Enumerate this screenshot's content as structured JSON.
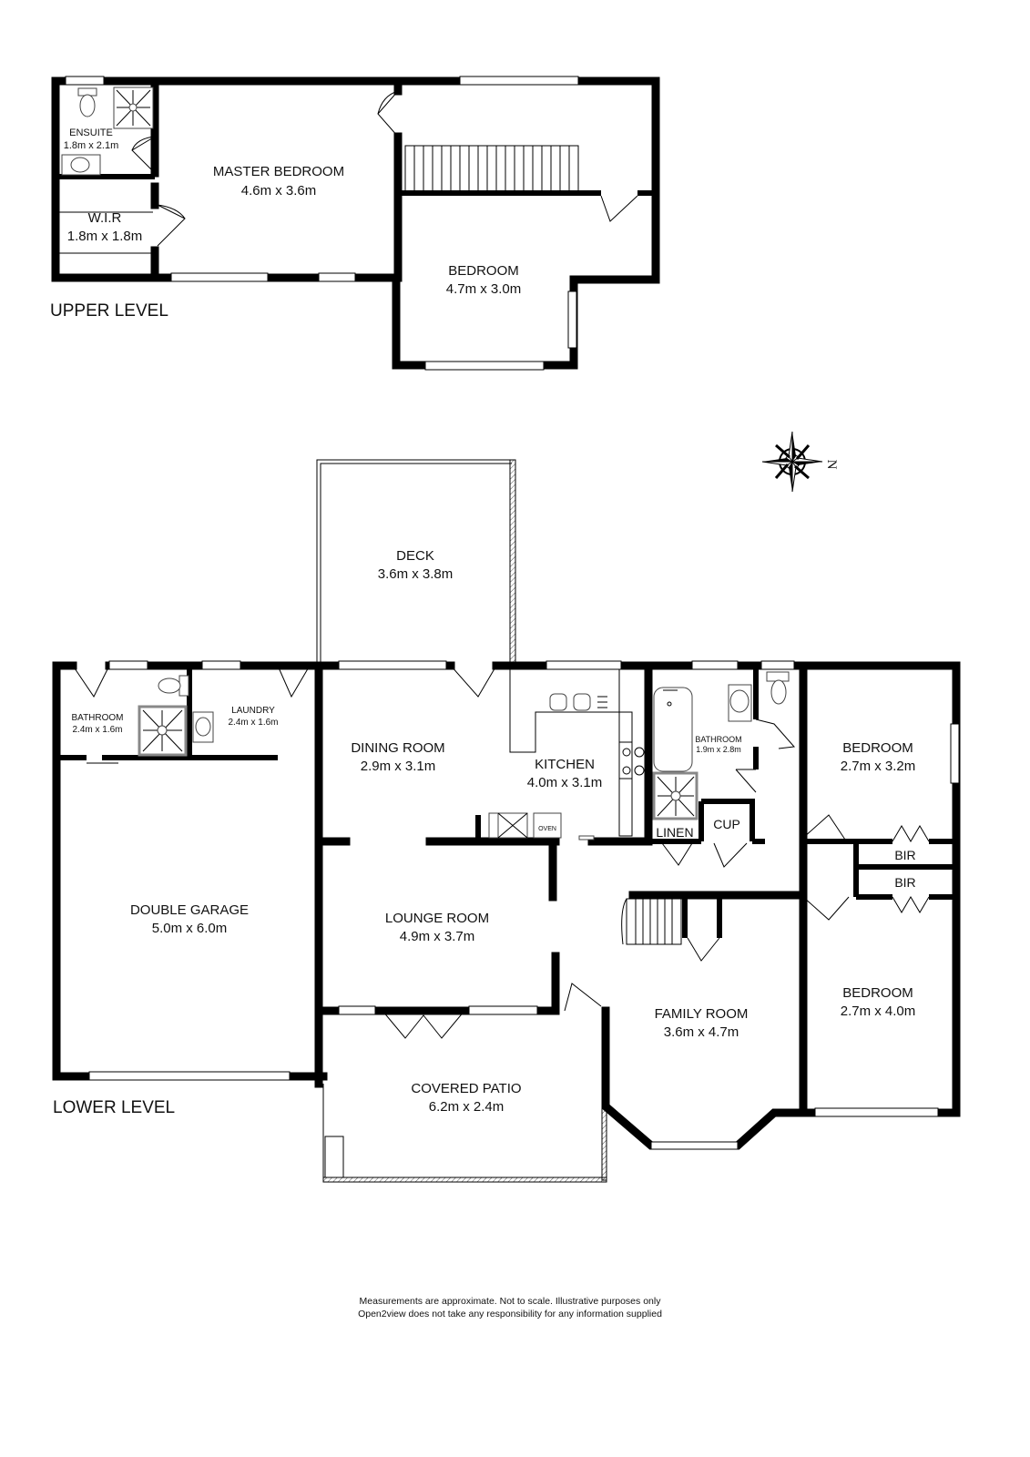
{
  "upper_level": {
    "title": "UPPER LEVEL",
    "rooms": [
      {
        "name": "ENSUITE",
        "size": "1.8m x 2.1m"
      },
      {
        "name": "MASTER BEDROOM",
        "size": "4.6m x 3.6m"
      },
      {
        "name": "W.I.R",
        "size": "1.8m x 1.8m"
      },
      {
        "name": "BEDROOM",
        "size": "4.7m x 3.0m"
      }
    ]
  },
  "lower_level": {
    "title": "LOWER LEVEL",
    "rooms": [
      {
        "name": "DECK",
        "size": "3.6m x 3.8m"
      },
      {
        "name": "BATHROOM",
        "size": "2.4m x 1.6m"
      },
      {
        "name": "LAUNDRY",
        "size": "2.4m x 1.6m"
      },
      {
        "name": "DINING ROOM",
        "size": "2.9m x 3.1m"
      },
      {
        "name": "KITCHEN",
        "size": "4.0m x 3.1m"
      },
      {
        "name": "BATHROOM",
        "size": "1.9m x 2.8m"
      },
      {
        "name": "BEDROOM",
        "size": "2.7m x 3.2m"
      },
      {
        "name": "DOUBLE GARAGE",
        "size": "5.0m x 6.0m"
      },
      {
        "name": "LOUNGE ROOM",
        "size": "4.9m x 3.7m"
      },
      {
        "name": "FAMILY ROOM",
        "size": "3.6m x 4.7m"
      },
      {
        "name": "BEDROOM",
        "size": "2.7m x 4.0m"
      },
      {
        "name": "COVERED PATIO",
        "size": "6.2m x 2.4m"
      }
    ],
    "small_labels": {
      "linen": "LINEN",
      "cup": "CUP",
      "bir1": "BIR",
      "bir2": "BIR",
      "oven": "OVEN"
    }
  },
  "compass": {
    "north_label": "N",
    "icon": "compass-rose-icon"
  },
  "footer": {
    "line1": "Measurements are approximate. Not to scale. Illustrative purposes only",
    "line2": "Open2view does not take any responsibility for any information supplied"
  }
}
